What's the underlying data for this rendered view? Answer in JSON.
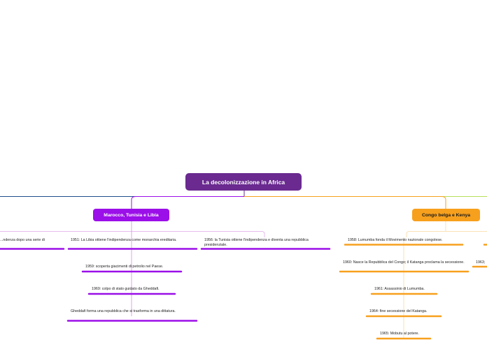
{
  "root": {
    "label": "La decolonizzazione in Africa"
  },
  "branches": [
    {
      "label": "Marocco, Tunisia e Libia",
      "color": "#9b0fe8",
      "topics": [
        {
          "text": "...ndenza dopo una serie di"
        },
        {
          "text": "1951: La Libia ottiene l'indipendenza come monarchia ereditaria."
        },
        {
          "text": "1959: scoperta giacimenti di petrolio nel Paese."
        },
        {
          "text": "1969: colpo di stato guidato da Gheddafi."
        },
        {
          "text": "Gheddafi forma una repubblica che si trasforma in una dittatura."
        },
        {
          "text": "1956: la Tunisia ottiene l'indipendenza e diventa una repubblica presidenziale."
        }
      ]
    },
    {
      "label": "Congo belga e Kenya",
      "color": "#f7a01d",
      "topics": [
        {
          "text": "1958: Lumumba fonda il Movimento nazionale congolese."
        },
        {
          "text": "1960: Nasce la Repubblica del Congo; il Katanga proclama la secessione."
        },
        {
          "text": "1961: Assassinio di Lumumba."
        },
        {
          "text": "1964: fine secessione del Katanga."
        },
        {
          "text": "1965: Mobutu al potere."
        },
        {
          "text": "1963;"
        }
      ]
    }
  ]
}
